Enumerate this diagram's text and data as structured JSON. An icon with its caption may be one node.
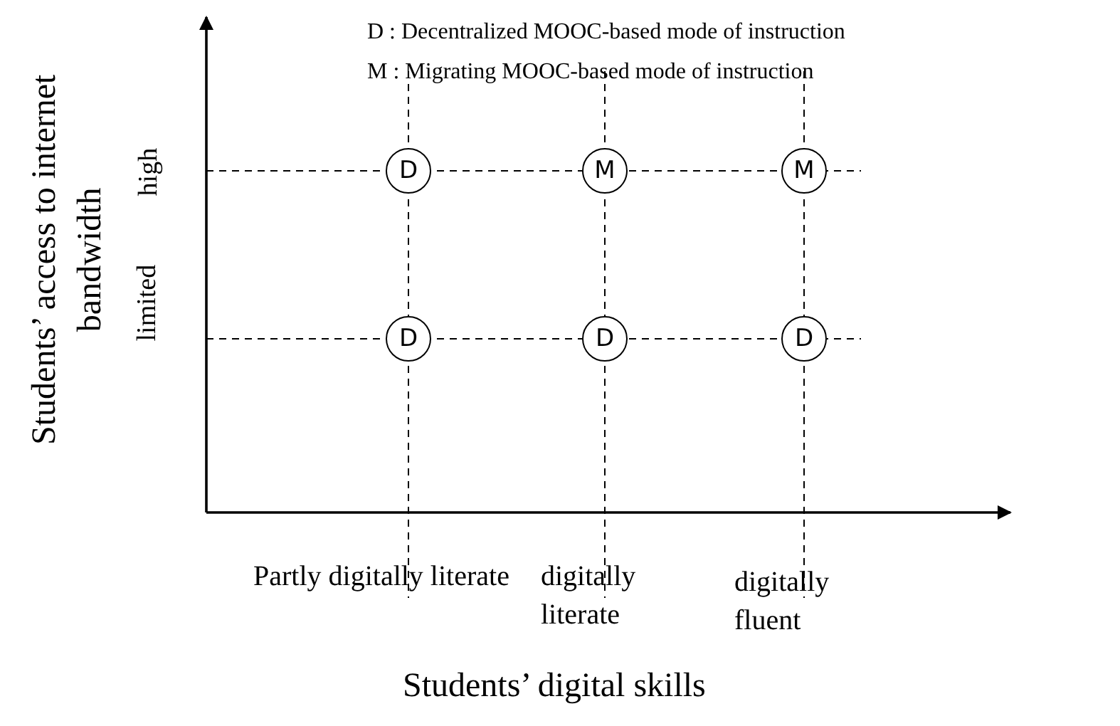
{
  "diagram": {
    "nodes": [
      {
        "text": [
          "D"
        ]
      },
      {
        "text": [
          "M"
        ]
      },
      {
        "text": [
          "M"
        ]
      },
      {
        "text": [
          "D"
        ]
      },
      {
        "text": [
          "D"
        ]
      },
      {
        "text": [
          "D"
        ]
      }
    ],
    "edges": [],
    "labels": [
      "D : Decentralized MOOC-based mode of instruction",
      "M : Migrating MOOC-based mode of instruction",
      "Students’ access to internet bandwidth",
      "high",
      "limited",
      "Partly digitally literate",
      "digitally literate",
      "digitally fluent",
      "Students’ digital skills"
    ]
  }
}
